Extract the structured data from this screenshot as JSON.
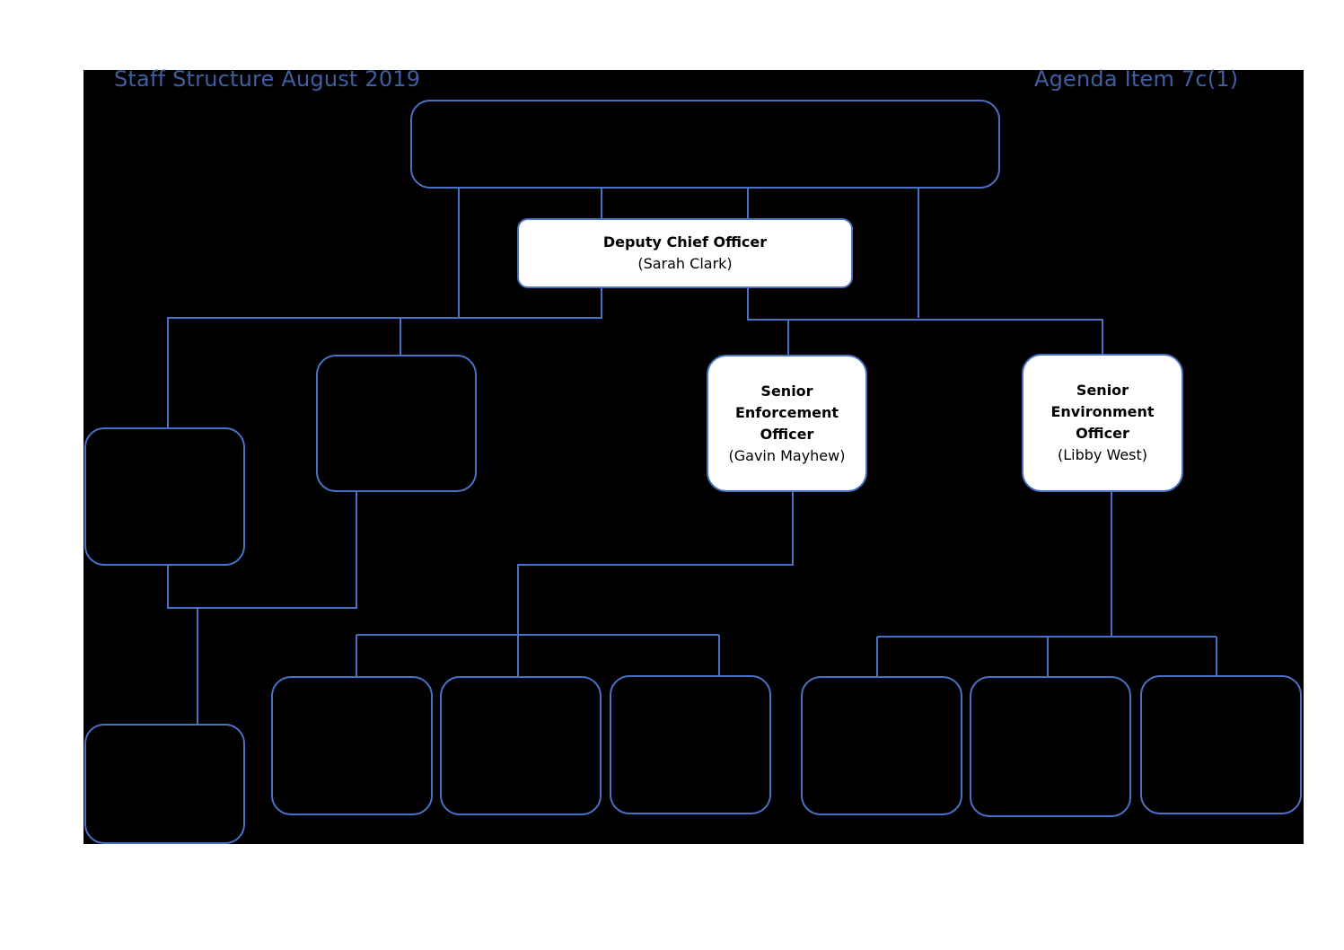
{
  "header": {
    "left_title": "Staff Structure August 2019",
    "right_title": "Agenda Item 7c(1)"
  },
  "colors": {
    "background": "#000000",
    "box_border": "#4a72c4",
    "connector": "#4a72c4",
    "header_text": "#3f5fa0",
    "filled_box": "#ffffff"
  },
  "org": {
    "deputy": {
      "title": "Deputy Chief Officer",
      "name": "(Sarah Clark)"
    },
    "senior_enforcement": {
      "title_line1": "Senior",
      "title_line2": "Enforcement",
      "title_line3": "Officer",
      "name": "(Gavin Mayhew)"
    },
    "senior_environment": {
      "title_line1": "Senior",
      "title_line2": "Environment",
      "title_line3": "Officer",
      "name": "(Libby West)"
    }
  }
}
